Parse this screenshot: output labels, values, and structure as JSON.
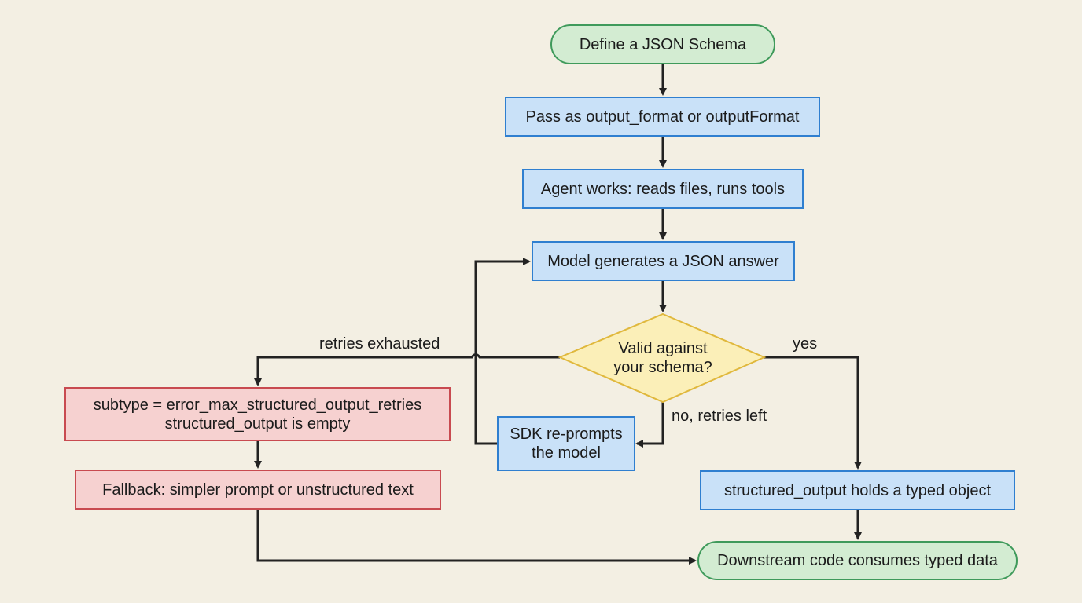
{
  "colors": {
    "background": "#f3efe3",
    "terminal_fill": "#d3ecd2",
    "terminal_border": "#3f9a5b",
    "process_fill": "#c9e1f8",
    "process_border": "#2f7fd0",
    "error_fill": "#f6d1d0",
    "error_border": "#c84a50",
    "decision_fill": "#fbefb8",
    "decision_border": "#e0b83c",
    "connector": "#222222"
  },
  "nodes": {
    "define_schema": "Define a JSON Schema",
    "pass_output_format": "Pass as output_format or outputFormat",
    "agent_works": "Agent works: reads files, runs tools",
    "model_generates": "Model generates a JSON answer",
    "valid_check": "Valid against\nyour schema?",
    "sdk_reprompts": "SDK re-prompts\nthe model",
    "error_subtype": "subtype = error_max_structured_output_retries\nstructured_output is empty",
    "fallback": "Fallback: simpler prompt or unstructured text",
    "structured_output": "structured_output holds a typed object",
    "downstream": "Downstream code consumes typed data"
  },
  "edge_labels": {
    "retries_exhausted": "retries exhausted",
    "yes": "yes",
    "no_retries_left": "no, retries left"
  }
}
